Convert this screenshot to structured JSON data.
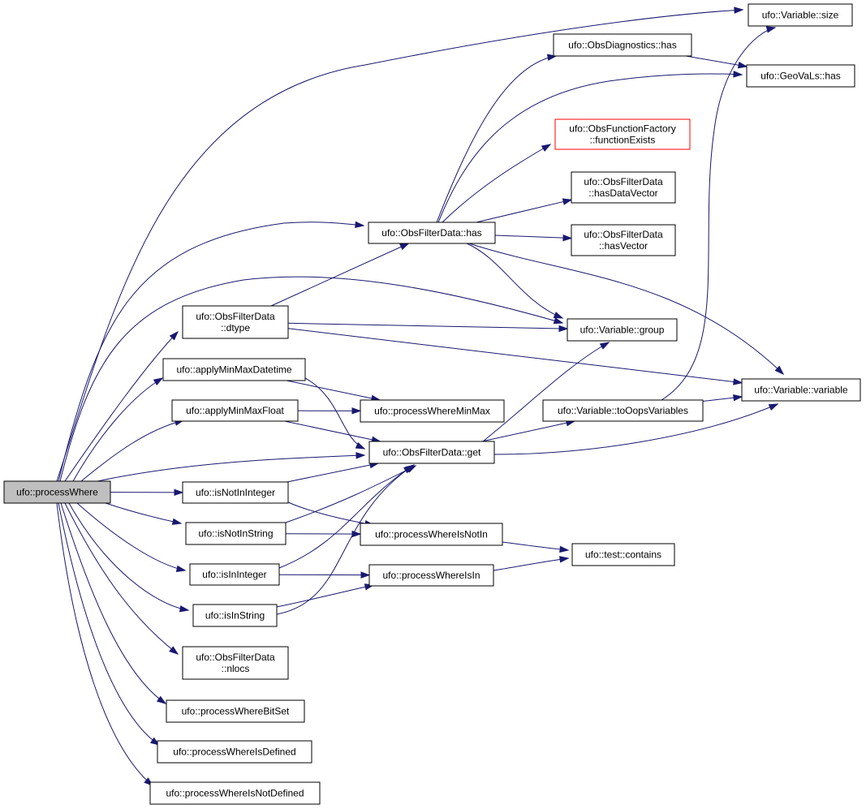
{
  "diagram": {
    "nodes": [
      {
        "id": "processWhere",
        "lines": [
          "ufo::processWhere"
        ],
        "kind": "root"
      },
      {
        "id": "variableSize",
        "lines": [
          "ufo::Variable::size"
        ]
      },
      {
        "id": "obsDiagHas",
        "lines": [
          "ufo::ObsDiagnostics::has"
        ]
      },
      {
        "id": "geovalsHas",
        "lines": [
          "ufo::GeoVaLs::has"
        ]
      },
      {
        "id": "funcFactoryExists",
        "lines": [
          "ufo::ObsFunctionFactory",
          "::functionExists"
        ],
        "kind": "missing"
      },
      {
        "id": "hasDataVector",
        "lines": [
          "ufo::ObsFilterData",
          "::hasDataVector"
        ]
      },
      {
        "id": "hasVector",
        "lines": [
          "ufo::ObsFilterData",
          "::hasVector"
        ]
      },
      {
        "id": "filterHas",
        "lines": [
          "ufo::ObsFilterData::has"
        ]
      },
      {
        "id": "dtype",
        "lines": [
          "ufo::ObsFilterData",
          "::dtype"
        ]
      },
      {
        "id": "variableGroup",
        "lines": [
          "ufo::Variable::group"
        ]
      },
      {
        "id": "applyMinMaxDatetime",
        "lines": [
          "ufo::applyMinMaxDatetime"
        ]
      },
      {
        "id": "variableVariable",
        "lines": [
          "ufo::Variable::variable"
        ]
      },
      {
        "id": "applyMinMaxFloat",
        "lines": [
          "ufo::applyMinMaxFloat"
        ]
      },
      {
        "id": "processWhereMinMax",
        "lines": [
          "ufo::processWhereMinMax"
        ]
      },
      {
        "id": "toOopsVariables",
        "lines": [
          "ufo::Variable::toOopsVariables"
        ]
      },
      {
        "id": "filterGet",
        "lines": [
          "ufo::ObsFilterData::get"
        ]
      },
      {
        "id": "isNotInInteger",
        "lines": [
          "ufo::isNotInInteger"
        ]
      },
      {
        "id": "isNotInString",
        "lines": [
          "ufo::isNotInString"
        ]
      },
      {
        "id": "processWhereIsNotIn",
        "lines": [
          "ufo::processWhereIsNotIn"
        ]
      },
      {
        "id": "testContains",
        "lines": [
          "ufo::test::contains"
        ]
      },
      {
        "id": "isInInteger",
        "lines": [
          "ufo::isInInteger"
        ]
      },
      {
        "id": "processWhereIsIn",
        "lines": [
          "ufo::processWhereIsIn"
        ]
      },
      {
        "id": "isInString",
        "lines": [
          "ufo::isInString"
        ]
      },
      {
        "id": "nlocs",
        "lines": [
          "ufo::ObsFilterData",
          "::nlocs"
        ]
      },
      {
        "id": "processWhereBitSet",
        "lines": [
          "ufo::processWhereBitSet"
        ]
      },
      {
        "id": "processWhereIsDefined",
        "lines": [
          "ufo::processWhereIsDefined"
        ]
      },
      {
        "id": "processWhereIsNotDefined",
        "lines": [
          "ufo::processWhereIsNotDefined"
        ]
      }
    ],
    "edges": [
      [
        "processWhere",
        "variableSize"
      ],
      [
        "processWhere",
        "filterHas"
      ],
      [
        "processWhere",
        "variableGroup"
      ],
      [
        "processWhere",
        "dtype"
      ],
      [
        "processWhere",
        "applyMinMaxDatetime"
      ],
      [
        "processWhere",
        "applyMinMaxFloat"
      ],
      [
        "processWhere",
        "filterGet"
      ],
      [
        "processWhere",
        "isNotInInteger"
      ],
      [
        "processWhere",
        "isNotInString"
      ],
      [
        "processWhere",
        "isInInteger"
      ],
      [
        "processWhere",
        "isInString"
      ],
      [
        "processWhere",
        "nlocs"
      ],
      [
        "processWhere",
        "processWhereBitSet"
      ],
      [
        "processWhere",
        "processWhereIsDefined"
      ],
      [
        "processWhere",
        "processWhereIsNotDefined"
      ],
      [
        "filterHas",
        "obsDiagHas"
      ],
      [
        "filterHas",
        "geovalsHas"
      ],
      [
        "filterHas",
        "funcFactoryExists"
      ],
      [
        "filterHas",
        "hasDataVector"
      ],
      [
        "filterHas",
        "hasVector"
      ],
      [
        "filterHas",
        "variableGroup"
      ],
      [
        "filterHas",
        "variableVariable"
      ],
      [
        "obsDiagHas",
        "geovalsHas"
      ],
      [
        "dtype",
        "filterHas"
      ],
      [
        "dtype",
        "variableGroup"
      ],
      [
        "dtype",
        "variableVariable"
      ],
      [
        "applyMinMaxDatetime",
        "processWhereMinMax"
      ],
      [
        "applyMinMaxDatetime",
        "filterGet"
      ],
      [
        "applyMinMaxFloat",
        "processWhereMinMax"
      ],
      [
        "applyMinMaxFloat",
        "filterGet"
      ],
      [
        "filterGet",
        "variableGroup"
      ],
      [
        "filterGet",
        "toOopsVariables"
      ],
      [
        "filterGet",
        "variableVariable"
      ],
      [
        "toOopsVariables",
        "variableVariable"
      ],
      [
        "toOopsVariables",
        "variableSize"
      ],
      [
        "isNotInInteger",
        "filterGet"
      ],
      [
        "isNotInInteger",
        "processWhereIsNotIn"
      ],
      [
        "isNotInString",
        "filterGet"
      ],
      [
        "isNotInString",
        "processWhereIsNotIn"
      ],
      [
        "isInInteger",
        "filterGet"
      ],
      [
        "isInInteger",
        "processWhereIsIn"
      ],
      [
        "isInString",
        "filterGet"
      ],
      [
        "isInString",
        "processWhereIsIn"
      ],
      [
        "processWhereIsNotIn",
        "testContains"
      ],
      [
        "processWhereIsIn",
        "testContains"
      ]
    ]
  }
}
